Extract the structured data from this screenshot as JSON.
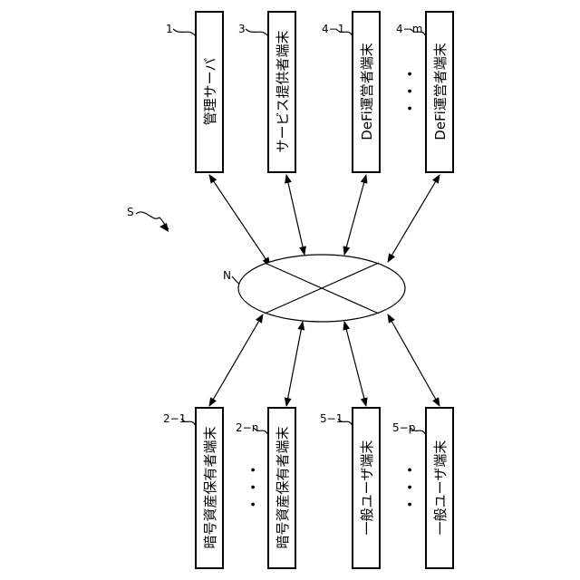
{
  "system_ref": "S",
  "network": {
    "ref": "N"
  },
  "top_nodes": [
    {
      "ref": "1",
      "label": "管理サーバ"
    },
    {
      "ref": "3",
      "label": "サービス提供者端末"
    },
    {
      "ref": "4−1",
      "label": "DeFi運営者端末"
    },
    {
      "ref": "4−m",
      "label": "DeFi運営者端末"
    }
  ],
  "bottom_nodes": [
    {
      "ref": "2−1",
      "label": "暗号資産保有者端末"
    },
    {
      "ref": "2−n",
      "label": "暗号資産保有者端末"
    },
    {
      "ref": "5−1",
      "label": "一般ユーザ端末"
    },
    {
      "ref": "5−p",
      "label": "一般ユーザ端末"
    }
  ],
  "ellipsis": "・・・"
}
